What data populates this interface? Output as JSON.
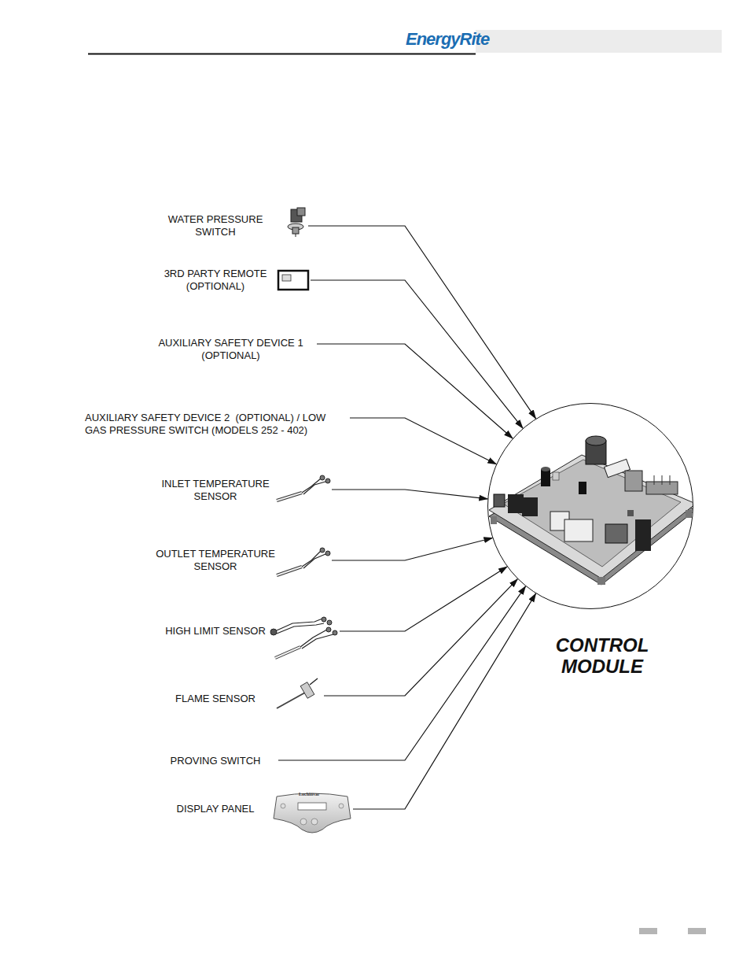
{
  "diagram": {
    "nodes": [
      {
        "text": [
          "WATER PRESSURE SWITCH"
        ]
      },
      {
        "text": [
          "3RD PARTY REMOTE (OPTIONAL)"
        ]
      },
      {
        "text": [
          "AUXILIARY SAFETY DEVICE 1 (OPTIONAL)"
        ]
      },
      {
        "text": [
          "AUXILIARY SAFETY DEVICE 2  (OPTIONAL) / LOW GAS PRESSURE SWITCH (MODELS 252 - 402)"
        ]
      },
      {
        "text": [
          "INLET TEMPERATURE SENSOR"
        ]
      },
      {
        "text": [
          "OUTLET TEMPERATURE SENSOR"
        ]
      },
      {
        "text": [
          "HIGH LIMIT SENSOR"
        ]
      },
      {
        "text": [
          "FLAME SENSOR"
        ]
      },
      {
        "text": [
          "PROVING SWITCH"
        ]
      },
      {
        "text": [
          "DISPLAY PANEL"
        ]
      },
      {
        "text": [
          "CONTROL MODULE"
        ]
      }
    ],
    "edges": [
      {
        "from": 0,
        "to": 10,
        "arrow": "to"
      },
      {
        "from": 1,
        "to": 10,
        "arrow": "to"
      },
      {
        "from": 2,
        "to": 10,
        "arrow": "to"
      },
      {
        "from": 3,
        "to": 10,
        "arrow": "to"
      },
      {
        "from": 4,
        "to": 10,
        "arrow": "to"
      },
      {
        "from": 5,
        "to": 10,
        "arrow": "to"
      },
      {
        "from": 6,
        "to": 10,
        "arrow": "to"
      },
      {
        "from": 7,
        "to": 10,
        "arrow": "to"
      },
      {
        "from": 8,
        "to": 10,
        "arrow": "to"
      },
      {
        "from": 9,
        "to": 10,
        "arrow": "to"
      }
    ],
    "labels": [
      "EnergyRite",
      "Lochinvar"
    ]
  }
}
